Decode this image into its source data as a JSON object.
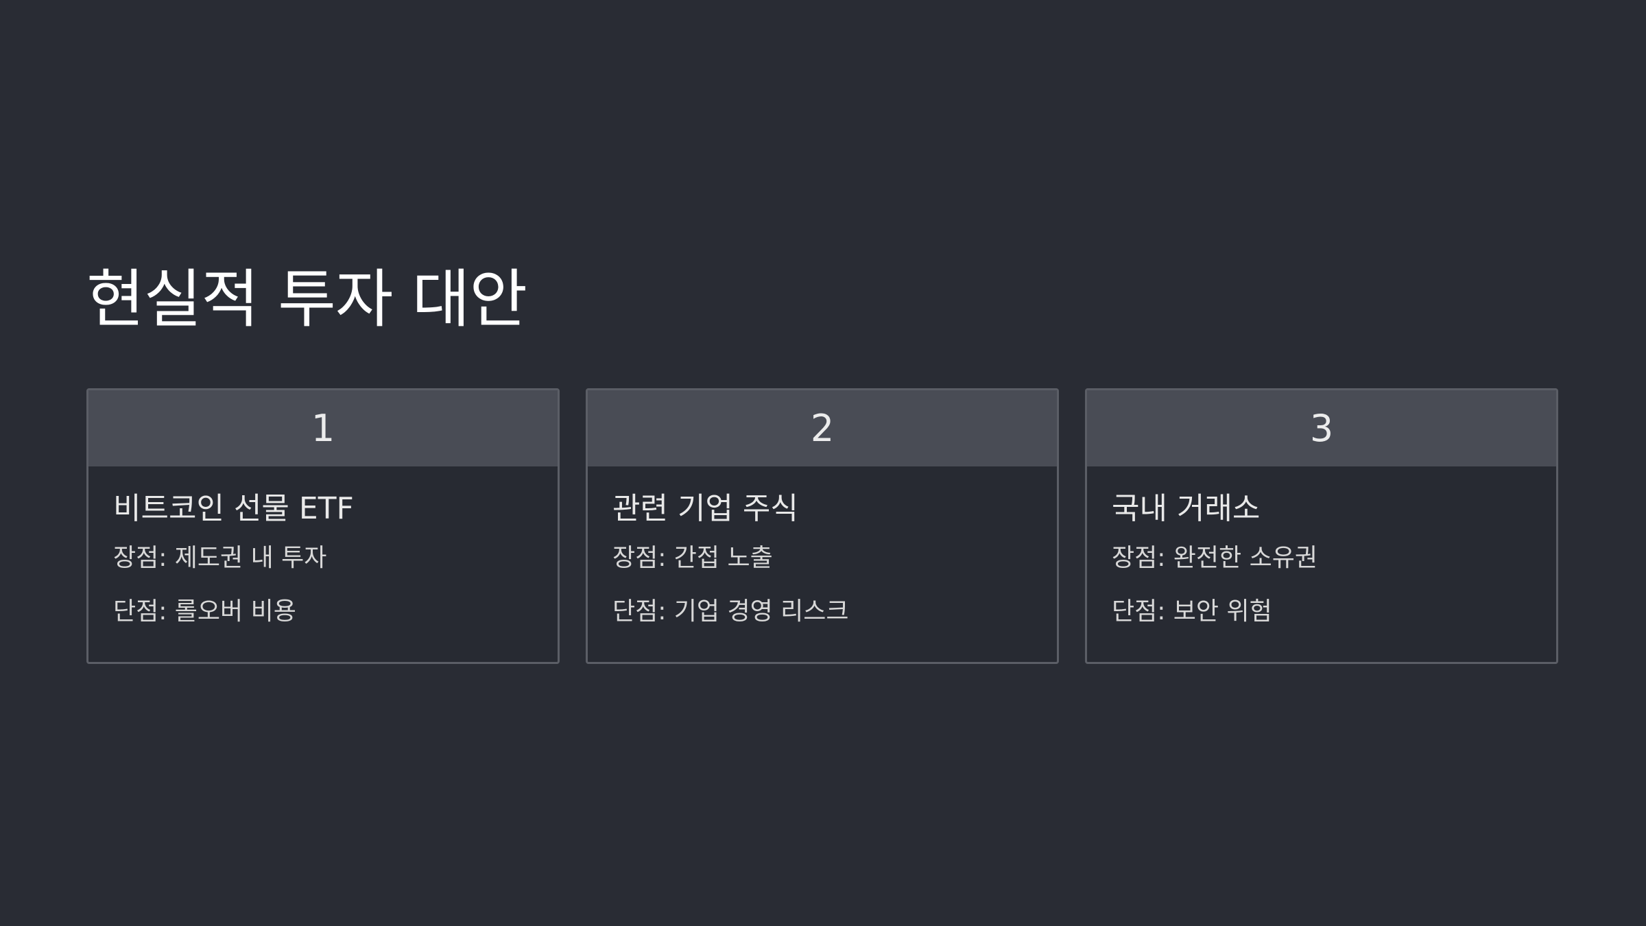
{
  "slide": {
    "title": "현실적 투자 대안",
    "colors": {
      "background": "#292c34",
      "card_header": "#494c55",
      "card_border": "#5b5e66",
      "text": "#e6e6e6"
    },
    "cards": [
      {
        "number": "1",
        "title": "비트코인 선물 ETF",
        "pro": "장점: 제도권 내 투자",
        "con": "단점: 롤오버 비용"
      },
      {
        "number": "2",
        "title": "관련 기업 주식",
        "pro": "장점: 간접 노출",
        "con": "단점: 기업 경영 리스크"
      },
      {
        "number": "3",
        "title": "국내 거래소",
        "pro": "장점: 완전한 소유권",
        "con": "단점: 보안 위험"
      }
    ]
  }
}
